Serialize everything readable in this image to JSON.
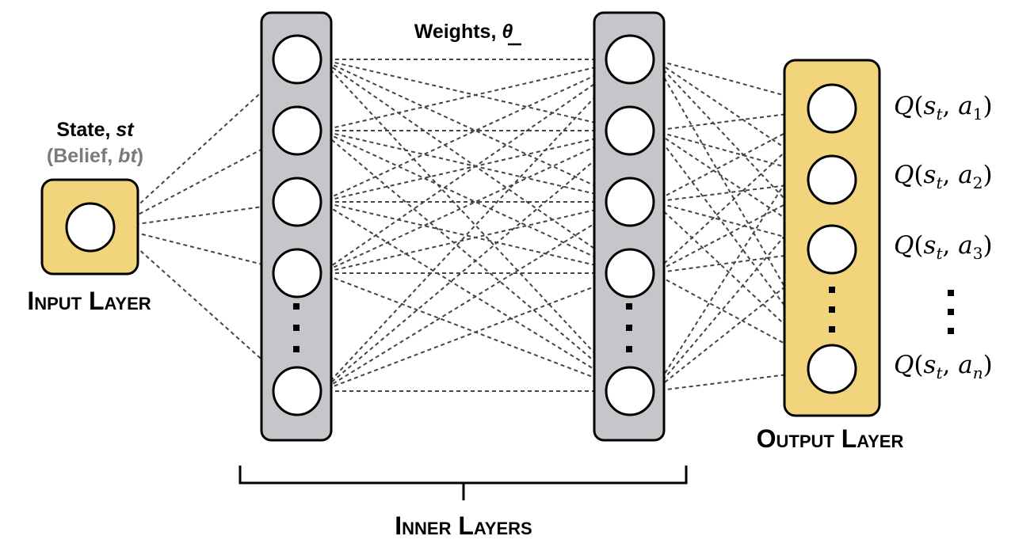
{
  "state_label": "State, ",
  "state_symbol": "st",
  "belief_prefix": "(Belief, ",
  "belief_symbol": "bt",
  "belief_suffix": ")",
  "weights_label": "Weights, ",
  "weights_symbol": "θ",
  "input_layer_title": "Input Layer",
  "inner_layers_title": "Inner Layers",
  "output_layer_title": "Output Layer",
  "q_function": "Q",
  "state_var": "s",
  "state_subscript": "t",
  "action_var": "a",
  "outputs": [
    {
      "sub": "1"
    },
    {
      "sub": "2"
    },
    {
      "sub": "3"
    },
    {
      "sub": "n"
    }
  ],
  "colors": {
    "input_output_fill": "#f2d47c",
    "inner_fill": "#c4c6c9",
    "edge": "#444444",
    "belief_text": "#7a7a7a"
  }
}
